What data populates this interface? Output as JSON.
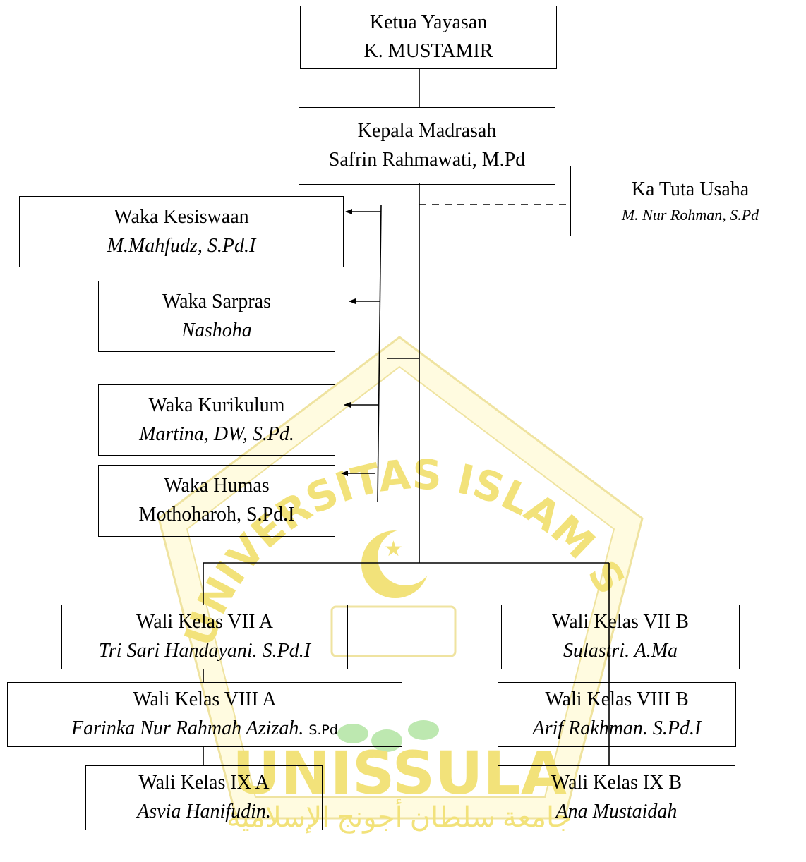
{
  "colors": {
    "watermark_fill": "#fffbe0",
    "watermark_stroke": "#efe3a0",
    "watermark_text": "#f2e27a",
    "watermark_green": "#bde8b0",
    "line": "#000000"
  },
  "watermark": {
    "arc_text": "UNIVERSITAS ISLAM SULTAN AGUNG",
    "name": "UNISSULA",
    "arabic": "جامعة سلطان أجونج الإسلامية"
  },
  "boxes": {
    "ketua": {
      "role": "Ketua Yayasan",
      "name": "K. MUSTAMIR"
    },
    "kepala": {
      "role": "Kepala Madrasah",
      "name": "Safrin Rahmawati, M.Pd"
    },
    "tu": {
      "role": "Ka Tuta Usaha",
      "name": "M. Nur Rohman, S.Pd"
    },
    "kesiswaan": {
      "role": "Waka Kesiswaan",
      "name": "M.Mahfudz, S.Pd.I"
    },
    "sarpras": {
      "role": "Waka Sarpras",
      "name": "Nashoha"
    },
    "kurikulum": {
      "role": "Waka Kurikulum",
      "name": "Martina, DW, S.Pd."
    },
    "humas": {
      "role": "Waka Humas",
      "name": "Mothoharoh, S.Pd.I"
    },
    "wali_7a": {
      "role": "Wali Kelas VII A",
      "name": "Tri Sari Handayani. S.Pd.I"
    },
    "wali_7b": {
      "role": "Wali Kelas VII B",
      "name": "Sulastri. A.Ma"
    },
    "wali_8a": {
      "role": "Wali Kelas VIII A",
      "name": "Farinka Nur Rahmah Azizah.",
      "suffix": "S.Pd"
    },
    "wali_8b": {
      "role": "Wali Kelas VIII B",
      "name": "Arif Rakhman. S.Pd.I"
    },
    "wali_9a": {
      "role": "Wali Kelas IX A",
      "name": "Asvia Hanifudin."
    },
    "wali_9b": {
      "role": "Wali Kelas IX B",
      "name": "Ana Mustaidah"
    }
  }
}
